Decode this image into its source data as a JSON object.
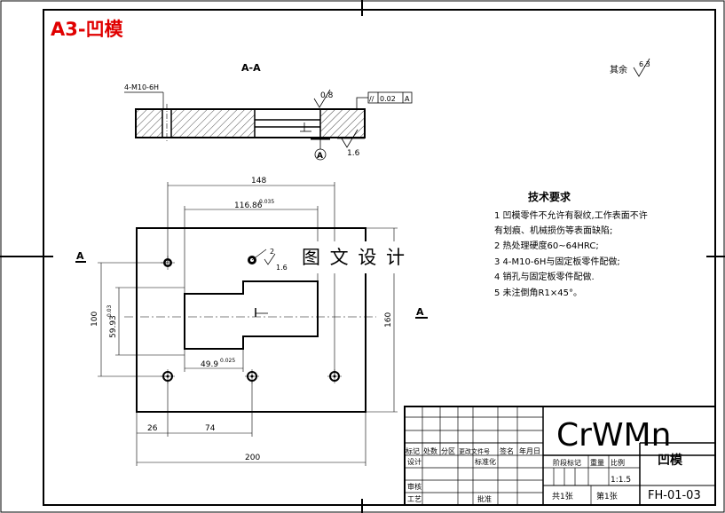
{
  "sheet_title": "A3-凹模",
  "section_label": "A-A",
  "roughness_rest": {
    "label": "其余",
    "value": "6.3"
  },
  "top_view": {
    "thread_label": "4-M10-6H",
    "roughness_top": "0.8",
    "tolerance_symbol": "//",
    "tolerance_value": "0.02",
    "datum": "A",
    "roughness_bottom": "1.6",
    "datum_marker": "A"
  },
  "plan_view": {
    "dim_148": "148",
    "dim_116": "116.86",
    "dim_116_tol": "0.035",
    "dim_100": "100",
    "dim_59": "59.93",
    "dim_59_tol": "0.03",
    "dim_160": "160",
    "dim_49": "49.9",
    "dim_49_tol": "0.025",
    "dim_26": "26",
    "dim_74": "74",
    "dim_200": "200",
    "surface_mark_top": "2",
    "surface_mark_bottom": "1.6",
    "section_a_left": "A",
    "section_a_right": "A"
  },
  "watermark": "图 文 设 计",
  "tech": {
    "title": "技术要求",
    "items": [
      "1  凹模零件不允许有裂纹,工作表面不许",
      "    有划痕、机械损伤等表面缺陷;",
      "2  热处理硬度60~64HRC;",
      "3  4-M10-6H与固定板零件配做;",
      "4  销孔与固定板零件配做.",
      "5  未注倒角R1×45°。"
    ]
  },
  "title_block": {
    "material": "CrWMn",
    "part_name": "凹模",
    "drawing_no": "FH-01-03",
    "scale": "1:1.5",
    "row_labels": [
      "标记",
      "处数",
      "分区",
      "更改文件号",
      "签名",
      "年月日"
    ],
    "designer_label": "设计",
    "standard_label": "标准化",
    "stage_label": "阶段标记",
    "weight_label": "重量",
    "ratio_label": "比例",
    "review_label": "审核",
    "process_label": "工艺",
    "approve_label": "批准",
    "sheets_total": "共1张",
    "sheet_no": "第1张"
  }
}
